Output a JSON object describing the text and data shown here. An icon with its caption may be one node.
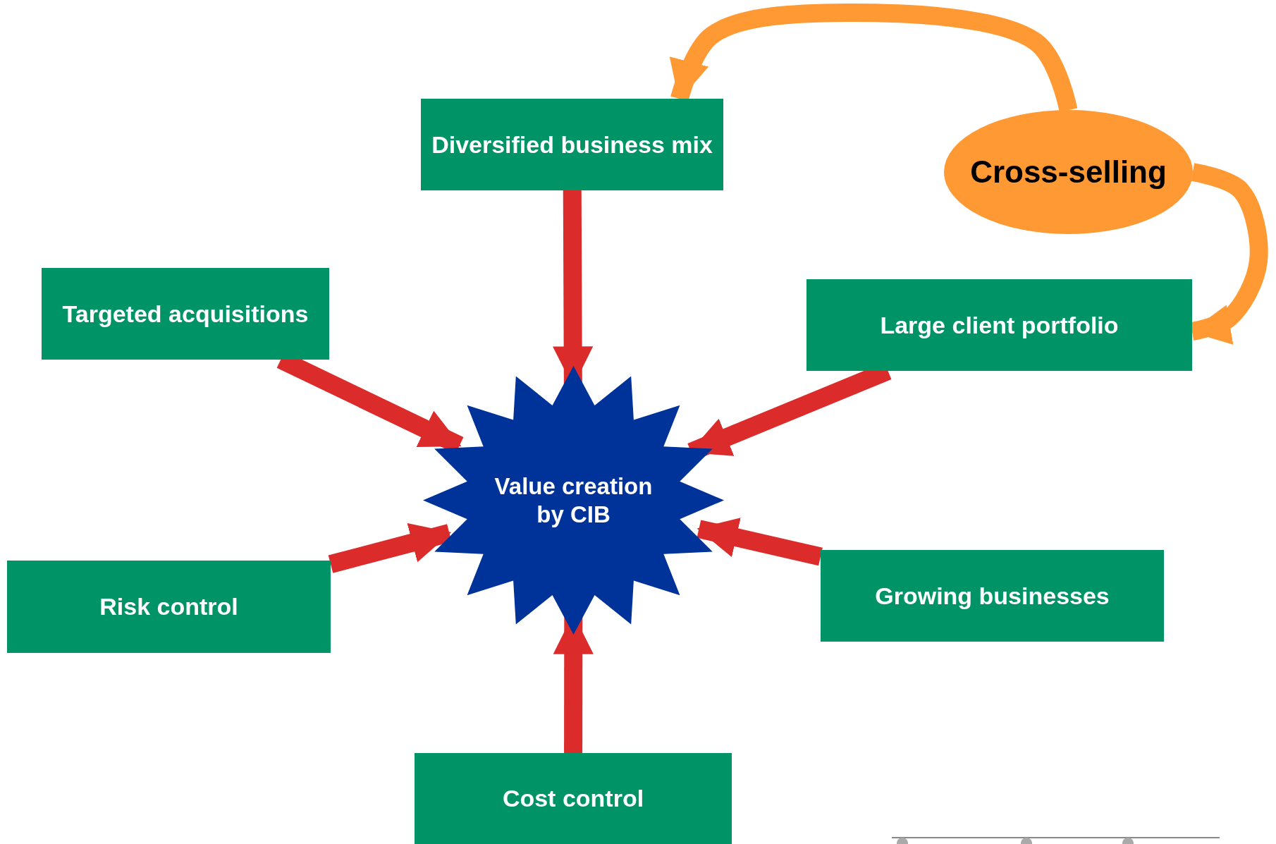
{
  "diagram": {
    "nodes": [
      {
        "text": [
          "Diversified business mix"
        ]
      },
      {
        "text": [
          "Cross-selling"
        ]
      },
      {
        "text": [
          "Targeted acquisitions"
        ]
      },
      {
        "text": [
          "Large client portfolio"
        ]
      },
      {
        "text": [
          "Value creation by CIB"
        ]
      },
      {
        "text": [
          "Risk control"
        ]
      },
      {
        "text": [
          "Growing businesses"
        ]
      },
      {
        "text": [
          "Cost control"
        ]
      }
    ],
    "edges": [
      {
        "from": 1,
        "to": 0,
        "arrow": "to",
        "color": "#ff9933"
      },
      {
        "from": 1,
        "to": 3,
        "arrow": "to",
        "color": "#ff9933"
      },
      {
        "from": 0,
        "to": 4,
        "arrow": "to"
      },
      {
        "from": 2,
        "to": 4,
        "arrow": "to"
      },
      {
        "from": 3,
        "to": 4,
        "arrow": "to"
      },
      {
        "from": 5,
        "to": 4,
        "arrow": "to"
      },
      {
        "from": 6,
        "to": 4,
        "arrow": "to"
      },
      {
        "from": 7,
        "to": 4,
        "arrow": "to"
      }
    ]
  }
}
